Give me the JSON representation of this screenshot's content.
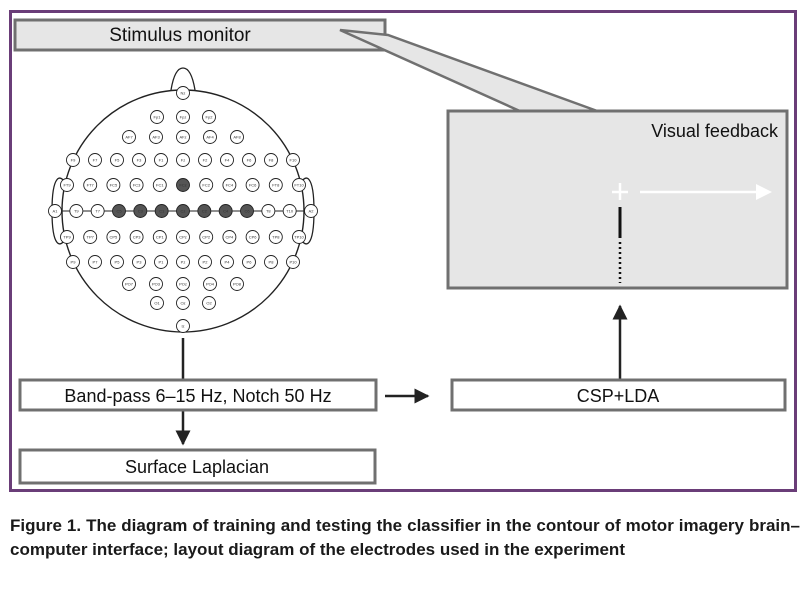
{
  "diagram": {
    "stimulus_monitor_label": "Stimulus monitor",
    "visual_feedback_label": "Visual feedback",
    "bandpass_label": "Band-pass 6–15 Hz, Notch 50 Hz",
    "laplacian_label": "Surface Laplacian",
    "csp_lda_label": "CSP+LDA",
    "frame_color": "#6a3d78",
    "box_border_color": "#707070",
    "screen_fill_color": "#e6e6e6",
    "highlight_electrode_color": "#555555"
  },
  "eeg_cap": {
    "highlighted": [
      "FCz",
      "C5",
      "C3",
      "C1",
      "Cz",
      "C2",
      "C4",
      "C6"
    ],
    "rows": [
      [
        "Nz"
      ],
      [
        "Fp1",
        "Fpz",
        "Fp2"
      ],
      [
        "AF7",
        "AF3",
        "AFz",
        "AF4",
        "AF8"
      ],
      [
        "F9",
        "F7",
        "F5",
        "F3",
        "F1",
        "Fz",
        "F2",
        "F4",
        "F6",
        "F8",
        "F10"
      ],
      [
        "FT9",
        "FT7",
        "FC5",
        "FC3",
        "FC1",
        "FCz",
        "FC2",
        "FC4",
        "FC6",
        "FT8",
        "FT10"
      ],
      [
        "A1",
        "T9",
        "T7",
        "C5",
        "C3",
        "C1",
        "Cz",
        "C2",
        "C4",
        "C6",
        "T8",
        "T10",
        "A2"
      ],
      [
        "TP9",
        "TP7",
        "CP5",
        "CP3",
        "CP1",
        "CPz",
        "CP2",
        "CP4",
        "CP6",
        "TP8",
        "TP10"
      ],
      [
        "P9",
        "P7",
        "P5",
        "P3",
        "P1",
        "Pz",
        "P2",
        "P4",
        "P6",
        "P8",
        "P10"
      ],
      [
        "PO7",
        "PO3",
        "POz",
        "PO4",
        "PO8"
      ],
      [
        "O1",
        "Oz",
        "O2"
      ],
      [
        "Iz"
      ]
    ]
  },
  "caption": {
    "text": "Figure 1. The diagram of training and testing the classifier in the contour of motor imagery brain–computer interface; layout diagram of the electrodes used in the experiment"
  }
}
